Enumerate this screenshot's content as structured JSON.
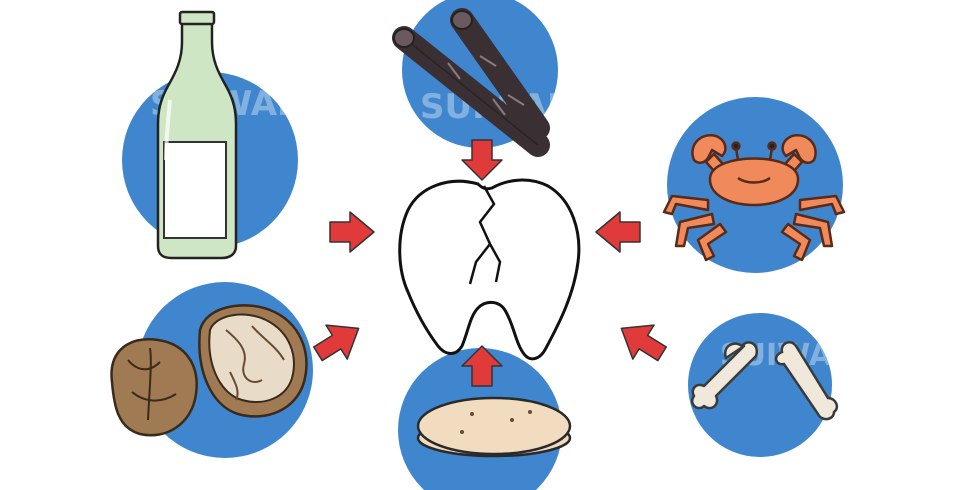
{
  "watermark": {
    "text": "SUIWAI"
  },
  "colors": {
    "circle": "#3f86cf",
    "arrow": "#e03a3a",
    "arrow_outline": "#333333",
    "tooth_outline": "#111111",
    "bottle_glass": "#cfe6c4",
    "label": "#ffffff",
    "sugarcane": "#3a3034",
    "crab": "#f08a5a",
    "walnut": "#a07a52",
    "walnut_inner": "#e8dcc8",
    "bone": "#efe8db",
    "pancake": "#f2dcc0"
  },
  "items": [
    {
      "name": "bottle",
      "icon": "bottle-icon"
    },
    {
      "name": "sugarcane",
      "icon": "sugarcane-icon"
    },
    {
      "name": "crab",
      "icon": "crab-icon"
    },
    {
      "name": "walnut",
      "icon": "walnut-icon"
    },
    {
      "name": "pancake",
      "icon": "pancake-icon"
    },
    {
      "name": "bone",
      "icon": "bone-icon"
    }
  ],
  "center": {
    "icon": "cracked-tooth-icon"
  }
}
